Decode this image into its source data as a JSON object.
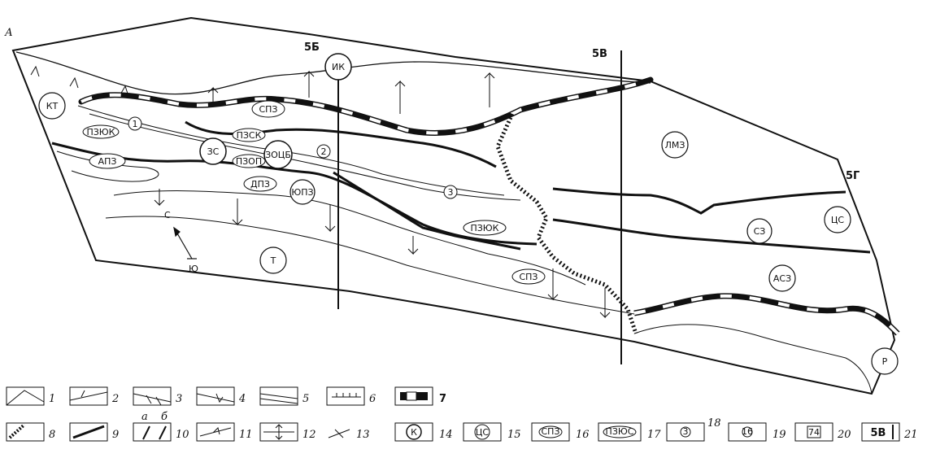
{
  "figure_letter": "А",
  "profiles": [
    {
      "id": "p5b",
      "label": "5Б"
    },
    {
      "id": "p5v",
      "label": "5В"
    },
    {
      "id": "p5g",
      "label": "5Г"
    }
  ],
  "circles": [
    {
      "id": "ik",
      "label": "ИК"
    },
    {
      "id": "kt",
      "label": "КТ"
    },
    {
      "id": "zs",
      "label": "ЗС"
    },
    {
      "id": "zocb",
      "label": "ЗОЦБ"
    },
    {
      "id": "yupz",
      "label": "ЮПЗ"
    },
    {
      "id": "t",
      "label": "Т"
    },
    {
      "id": "lmz",
      "label": "ЛМЗ"
    },
    {
      "id": "sz",
      "label": "СЗ"
    },
    {
      "id": "cs",
      "label": "ЦС"
    },
    {
      "id": "asz",
      "label": "АСЗ"
    },
    {
      "id": "r",
      "label": "Р"
    },
    {
      "id": "n1",
      "label": "1"
    },
    {
      "id": "n2",
      "label": "2"
    },
    {
      "id": "n3",
      "label": "3"
    }
  ],
  "ovals": [
    {
      "id": "spz_top",
      "label": "СПЗ"
    },
    {
      "id": "pzyuk1",
      "label": "ПЗЮК"
    },
    {
      "id": "pzsk",
      "label": "ПЗСК"
    },
    {
      "id": "apz",
      "label": "АПЗ"
    },
    {
      "id": "pzop",
      "label": "ПЗОП"
    },
    {
      "id": "dpz",
      "label": "ДПЗ"
    },
    {
      "id": "pzyuk2",
      "label": "ПЗЮК"
    },
    {
      "id": "spz_bot",
      "label": "СПЗ"
    }
  ],
  "compass": {
    "north": "С",
    "south": "Ю"
  },
  "legend": {
    "row1": [
      "1",
      "2",
      "3",
      "4",
      "5",
      "6",
      "7"
    ],
    "row2": [
      "8",
      "9",
      "10",
      "11",
      "12",
      "13",
      "14",
      "15",
      "16",
      "17",
      "18",
      "19",
      "20",
      "21"
    ],
    "sub_a": "а",
    "sub_b": "б",
    "sym14": "К",
    "sym15": "ЦС",
    "sym16": "СПЗ",
    "sym17": "ПЗЮС",
    "sym18": "3",
    "sym19": "16",
    "sym20": "74",
    "sym21": "5В"
  }
}
